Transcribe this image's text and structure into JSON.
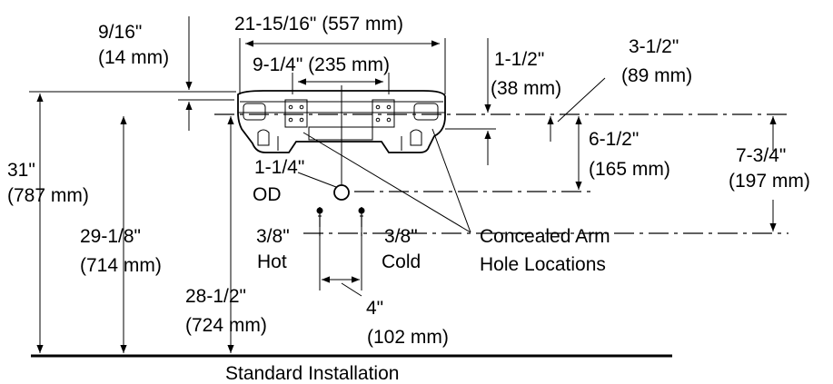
{
  "labels": {
    "d916": "9/16\"",
    "d916mm": "(14 mm)",
    "d21": "21-15/16\" (557 mm)",
    "d914": "9-1/4\" (235 mm)",
    "d112": "1-1/2\"",
    "d112mm": "(38 mm)",
    "d312": "3-1/2\"",
    "d312mm": "(89 mm)",
    "d612": "6-1/2\"",
    "d612mm": "(165 mm)",
    "d734": "7-3/4\"",
    "d734mm": "(197 mm)",
    "d31": "31\"",
    "d31mm": "(787 mm)",
    "d2918": "29-1/8\"",
    "d2918mm": "(714 mm)",
    "d2812": "28-1/2\"",
    "d2812mm": "(724 mm)",
    "od": "1-1/4\"",
    "od2": "OD",
    "hot1": "3/8\"",
    "hot2": "Hot",
    "cold1": "3/8\"",
    "cold2": "Cold",
    "d4": "4\"",
    "d4mm": "(102 mm)",
    "concealed1": "Concealed Arm",
    "concealed2": "Hole Locations",
    "floor": "Standard Installation"
  }
}
